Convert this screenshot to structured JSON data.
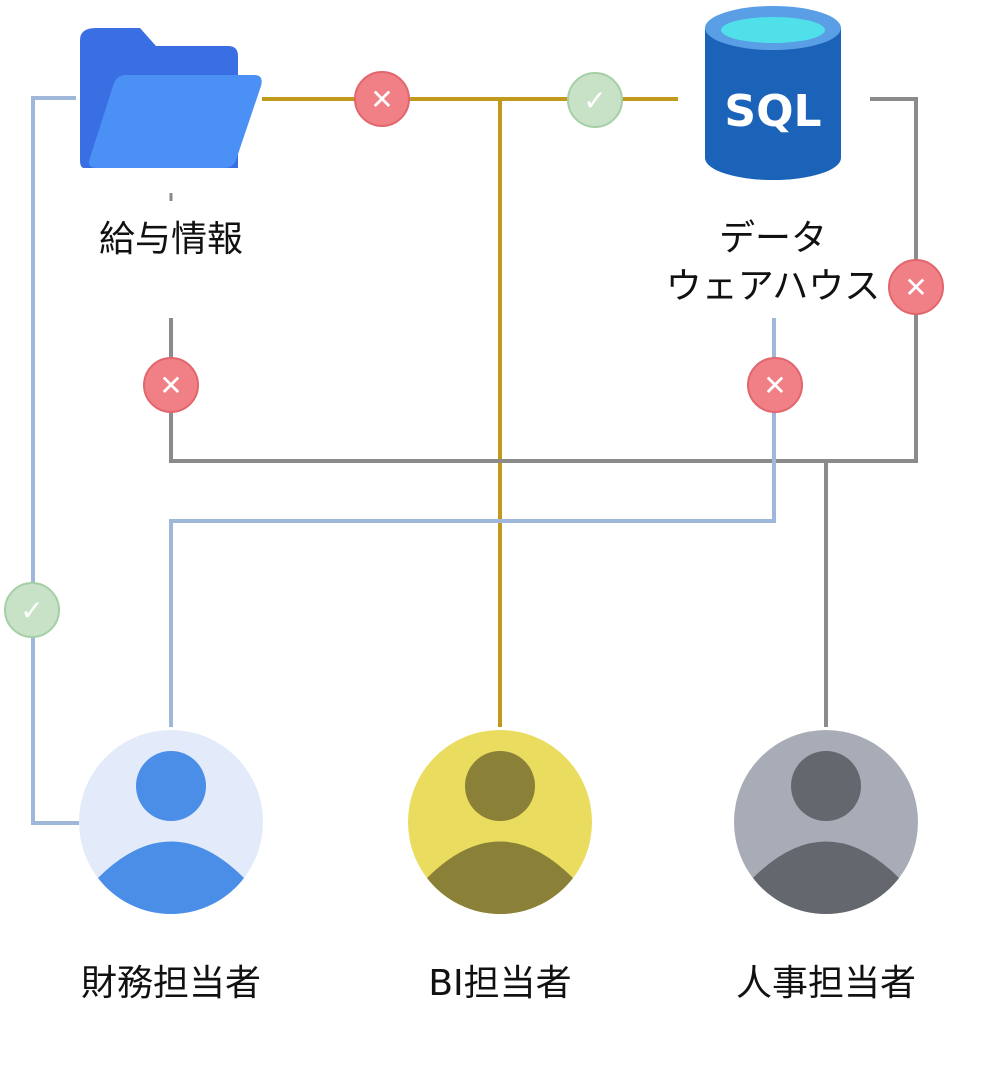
{
  "nodes": {
    "payroll": {
      "label": "給与情報",
      "icon": "folder-icon"
    },
    "warehouse": {
      "label_line1": "データ",
      "label_line2": "ウェアハウス",
      "icon": "sql-database-icon",
      "icon_text": "SQL"
    },
    "finance": {
      "label": "財務担当者",
      "icon": "user-avatar-icon",
      "color": "#4a8ee8"
    },
    "bi": {
      "label": "BI担当者",
      "icon": "user-avatar-icon",
      "color": "#e9dc5f"
    },
    "hr": {
      "label": "人事担当者",
      "icon": "user-avatar-icon",
      "color": "#a8acb6"
    }
  },
  "connections": [
    {
      "from": "finance",
      "to": "payroll",
      "color": "#9fb7d8",
      "access": "allowed"
    },
    {
      "from": "finance",
      "to": "warehouse",
      "color": "#9fb7d8",
      "access": "denied"
    },
    {
      "from": "bi",
      "to": "payroll",
      "color": "#c09a1c",
      "access": "denied"
    },
    {
      "from": "bi",
      "to": "warehouse",
      "color": "#c09a1c",
      "access": "allowed"
    },
    {
      "from": "hr",
      "to": "payroll",
      "color": "#8b8b8b",
      "access": "denied"
    },
    {
      "from": "hr",
      "to": "warehouse",
      "color": "#8b8b8b",
      "access": "denied"
    }
  ],
  "markers": {
    "allowed": {
      "symbol": "✓",
      "fill": "#c7e2c7",
      "stroke": "#a6cfa6"
    },
    "denied": {
      "symbol": "✕",
      "fill": "#f07f86",
      "stroke": "#e2666e"
    }
  }
}
